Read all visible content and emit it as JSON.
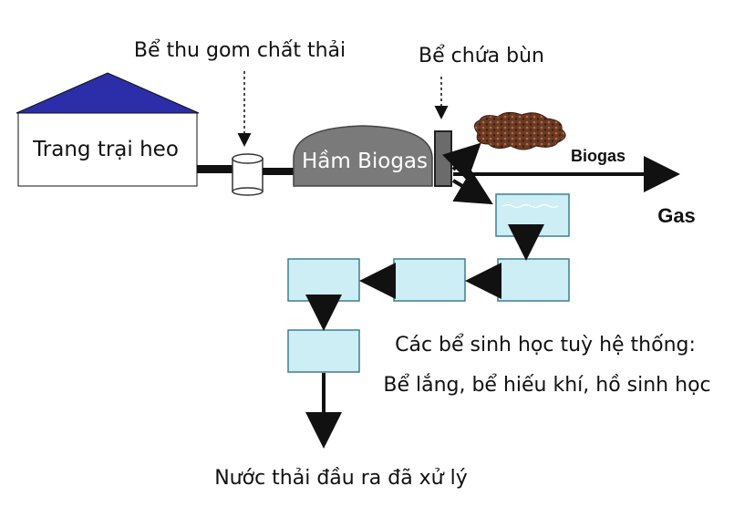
{
  "labels": {
    "collection_tank": "Bể thu gom chất thải",
    "sludge_tank": "Bể chứa bùn",
    "pig_farm": "Trang trại heo",
    "biogas_digester": "Hầm Biogas",
    "biogas": "Biogas",
    "gas": "Gas",
    "bio_tanks_line1": "Các bể sinh học tuỳ hệ thống:",
    "bio_tanks_line2": "Bể lắng, bể hiếu khí, hồ sinh học",
    "output_water": "Nước thải đầu ra đã xử lý"
  },
  "colors": {
    "roof": "#2b2ea8",
    "digester": "#7a7a7a",
    "tank_fill": "#cdeef4",
    "tank_stroke": "#3f7f8c",
    "pipe": "#111111",
    "biogas_cloud": "#6b3a24"
  }
}
